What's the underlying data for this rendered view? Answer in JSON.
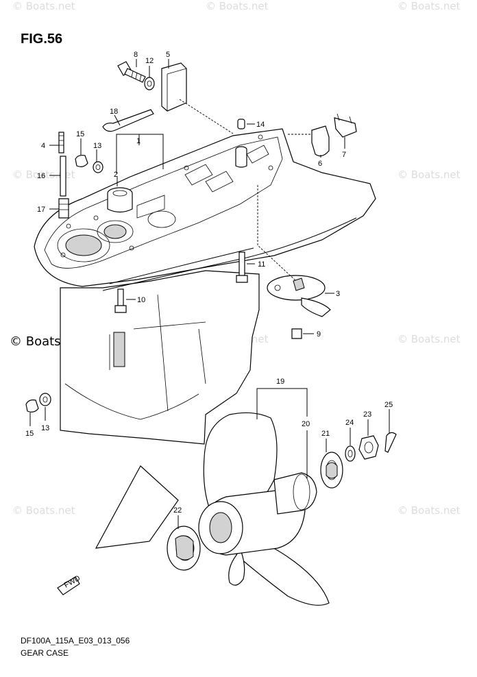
{
  "figure_title": "FIG.56",
  "footer": {
    "code": "DF100A_115A_E03_013_056",
    "caption": "GEAR CASE"
  },
  "watermark_text": "© Boats.net",
  "parts": [
    {
      "ref": "1"
    },
    {
      "ref": "2"
    },
    {
      "ref": "3"
    },
    {
      "ref": "4"
    },
    {
      "ref": "5"
    },
    {
      "ref": "6"
    },
    {
      "ref": "7"
    },
    {
      "ref": "8"
    },
    {
      "ref": "9"
    },
    {
      "ref": "10"
    },
    {
      "ref": "11"
    },
    {
      "ref": "12"
    },
    {
      "ref": "13"
    },
    {
      "ref": "14"
    },
    {
      "ref": "15"
    },
    {
      "ref": "16"
    },
    {
      "ref": "17"
    },
    {
      "ref": "18"
    },
    {
      "ref": "19"
    },
    {
      "ref": "20"
    },
    {
      "ref": "21"
    },
    {
      "ref": "22"
    },
    {
      "ref": "23"
    },
    {
      "ref": "24"
    },
    {
      "ref": "25"
    },
    {
      "ref": "15"
    },
    {
      "ref": "13"
    }
  ],
  "fwd_label": "FWD",
  "colors": {
    "line": "#000000",
    "background": "#ffffff",
    "watermark": "#dcdcdc"
  }
}
